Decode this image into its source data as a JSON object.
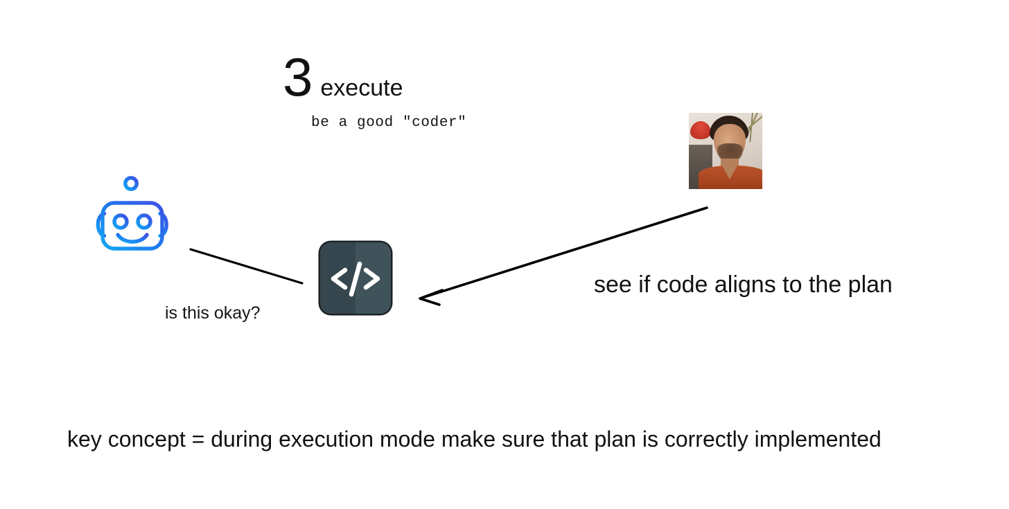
{
  "slide": {
    "background_color": "#ffffff",
    "heading": {
      "number": "3",
      "title": "execute",
      "subtitle": "be a good \"coder\""
    },
    "labels": {
      "robot_question": "is this okay?",
      "human_instruction": "see if code aligns to the plan",
      "key_concept": "key concept = during execution mode make sure that plan is correctly implemented"
    },
    "icons": {
      "robot": {
        "name": "robot-icon",
        "gradient_start": "#1aa3f0",
        "gradient_end": "#3b54e0"
      },
      "code": {
        "name": "code-icon",
        "glyph": "</>",
        "border_color": "#1a2226",
        "face_left_color": "#36464e",
        "face_right_color": "#40525a",
        "glyph_color": "#ffffff"
      },
      "photo": {
        "name": "person-photo",
        "alt": "photo of smiling man in rust v-neck shirt",
        "shirt_color": "#a8451f"
      }
    },
    "connectors": {
      "robot_to_code": {
        "name": "robot-to-code-line",
        "arrowhead": false,
        "color": "#000000"
      },
      "person_to_code": {
        "name": "person-to-code-arrow",
        "arrowhead": true,
        "color": "#000000"
      }
    }
  }
}
